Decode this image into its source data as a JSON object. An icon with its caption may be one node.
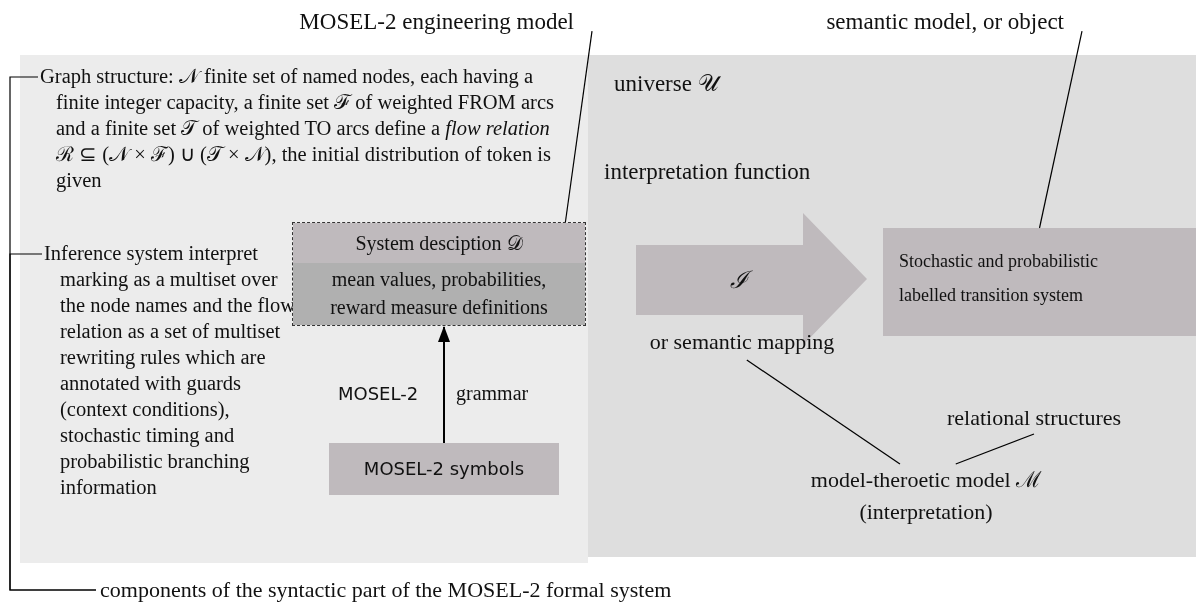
{
  "diagram": {
    "nodes": [
      {
        "text": [],
        "shape": "box"
      },
      {
        "text": [
          "Graph structure: 𝒩 finite set of named nodes, each having a finite integer capacity, a finite set ℱ of weighted FROM arcs and a finite set 𝒯 of weighted TO arcs define a *flow relation* ℛ ⊆ (𝒩 × ℱ) ∪ (𝒯 × 𝒩), the initial distribution of token is given"
        ],
        "in": 0
      },
      {
        "text": [
          "Inference system interpret marking as a multiset over the node names and the flow relation as a set of multiset rewriting rules which are annotated with guards (context conditions), stochastic timing and probabilistic branching information"
        ],
        "in": 0
      },
      {
        "text": [
          "MOSEL-2 engineering model"
        ]
      },
      {
        "text": [
          "System desciption 𝒟",
          "mean values, probabilities, reward measure definitions"
        ],
        "in": 0
      },
      {
        "text": [
          "MOSEL-2 symbols"
        ],
        "in": 0
      },
      {
        "text": [
          "universe 𝒰"
        ]
      },
      {
        "text": [
          "semantic model, or object"
        ]
      },
      {
        "text": [
          "ℐ"
        ],
        "beside": [
          "interpretation function"
        ],
        "in": 6
      },
      {
        "text": [
          "or semantic mapping"
        ],
        "in": 6
      },
      {
        "text": [
          "Stochastic and probabilistic labelled transition system"
        ],
        "in": 6
      },
      {
        "text": [
          "relational structures"
        ],
        "in": 6
      },
      {
        "text": [
          "model-theroetic model ℳ",
          "(interpretation)"
        ],
        "in": 6
      },
      {
        "text": [
          "components of the syntactic part of the MOSEL-2 formal system"
        ]
      }
    ],
    "edges": [
      {
        "from": 5,
        "to": 4,
        "arrow": "to"
      },
      {
        "from": 3,
        "to": 4,
        "arrow": "none"
      },
      {
        "from": 7,
        "to": 10,
        "arrow": "none"
      },
      {
        "from": 9,
        "to": 12,
        "arrow": "none"
      },
      {
        "from": 11,
        "to": 12,
        "arrow": "none"
      },
      {
        "from": 1,
        "to": 13,
        "arrow": "none"
      },
      {
        "from": 2,
        "to": 13,
        "arrow": "none"
      }
    ],
    "labels": [
      "MOSEL-2",
      "grammar"
    ]
  }
}
